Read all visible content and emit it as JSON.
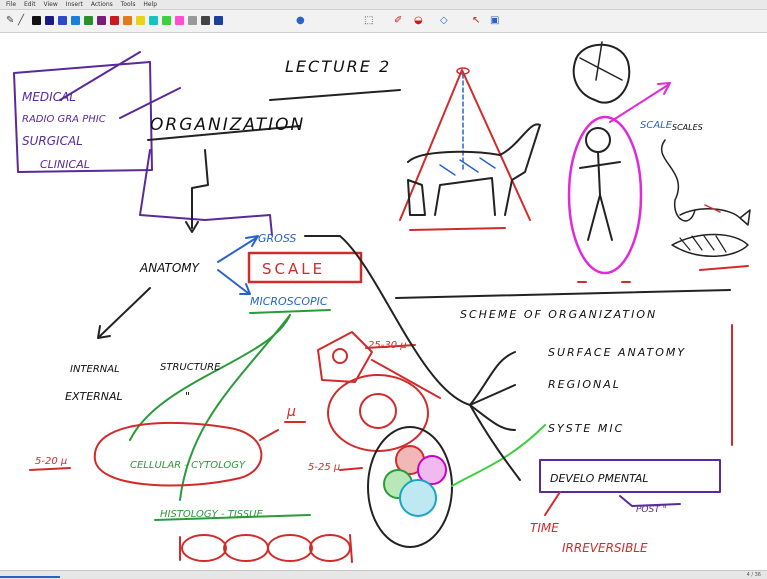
{
  "menu": [
    "File",
    "Edit",
    "View",
    "Insert",
    "Actions",
    "Tools",
    "Help"
  ],
  "toolbar": {
    "colors": [
      "#111111",
      "#1a1a80",
      "#2b49c9",
      "#1b7fd6",
      "#2a8f2a",
      "#7a1d7a",
      "#c81c1c",
      "#e07d1a",
      "#e8d21c",
      "#19c2c2",
      "#3ecf3e",
      "#ff4fd0",
      "#999999",
      "#444444",
      "#1d3e9a"
    ],
    "tool_icons": [
      "pen-icon",
      "eraser-icon",
      "select-icon",
      "undo-icon",
      "redo-icon",
      "zoom-icon"
    ]
  },
  "board": {
    "title": "LECTURE 2",
    "organization": "ORGANIZATION",
    "fields": [
      "MEDICAL",
      "RADIO GRA PHIC",
      "SURGICAL",
      "CLINICAL"
    ],
    "anatomy": "ANATOMY",
    "gross": "GROSS",
    "scale": "SCALE",
    "microscopic": "MICROSCOPIC",
    "internal": "INTERNAL",
    "structure": "STRUCTURE",
    "external": "EXTERNAL",
    "ditto": "\"",
    "cellular": "CELLULAR - CYTOLOGY",
    "cell_size_left": "5-20 µ",
    "mu": "µ",
    "histology": "HISTOLOGY - TISSUE",
    "scheme": "SCHEME OF ORGANIZATION",
    "surface": "SURFACE ANATOMY",
    "regional": "REGIONAL",
    "systemic": "SYSTE MIC",
    "developmental": "DEVELO PMENTAL",
    "post": "POST \"",
    "time": "TIME",
    "irreversible": "IRREVERSIBLE",
    "size_25_30": "25-30 µ",
    "size_5_25": "5-25 µ",
    "scale_blue": "SCALE",
    "scales_black": "SCALES"
  },
  "status": {
    "page": "4 / 36"
  }
}
